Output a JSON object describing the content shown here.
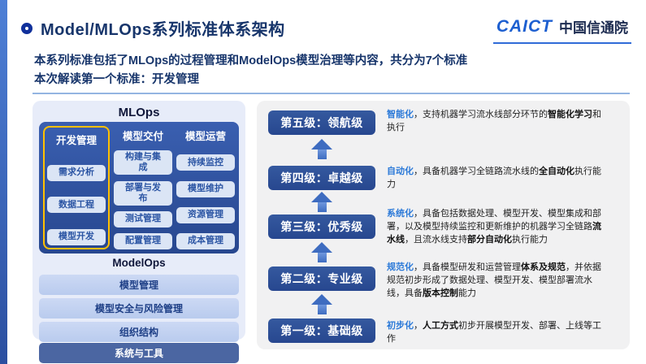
{
  "page": {
    "title": "Model/MLOps系列标准体系架构",
    "subtitle_line1": "本系列标准包括了MLOps的过程管理和ModelOps模型治理等内容，共分为7个标准",
    "subtitle_line2": "本次解读第一个标准：开发管理"
  },
  "logo": {
    "caict": "CAICT",
    "name": "中国信通院"
  },
  "mlops": {
    "title": "MLOps",
    "columns": [
      {
        "header": "开发管理",
        "highlighted": true,
        "items": [
          "需求分析",
          "数据工程",
          "模型开发"
        ]
      },
      {
        "header": "模型交付",
        "highlighted": false,
        "items": [
          "构建与集成",
          "部署与发布",
          "测试管理",
          "配置管理"
        ]
      },
      {
        "header": "模型运营",
        "highlighted": false,
        "items": [
          "持续监控",
          "模型维护",
          "资源管理",
          "成本管理"
        ]
      }
    ]
  },
  "modelops": {
    "title": "ModelOps",
    "bars": [
      "模型管理",
      "模型安全与风险管理",
      "组织结构"
    ],
    "bottom_bar": "系统与工具"
  },
  "maturity": {
    "levels": [
      {
        "label": "第五级：领航级",
        "desc": [
          {
            "t": "智能化",
            "s": "term"
          },
          {
            "t": "，支持机器学习流水线部分环节的",
            "s": "n"
          },
          {
            "t": "智能化学习",
            "s": "b"
          },
          {
            "t": "和执行",
            "s": "n"
          }
        ]
      },
      {
        "label": "第四级：卓越级",
        "desc": [
          {
            "t": "自动化",
            "s": "term"
          },
          {
            "t": "，具备机器学习全链路流水线的",
            "s": "n"
          },
          {
            "t": "全自动化",
            "s": "b"
          },
          {
            "t": "执行能力",
            "s": "n"
          }
        ]
      },
      {
        "label": "第三级：优秀级",
        "desc": [
          {
            "t": "系统化",
            "s": "term"
          },
          {
            "t": "，具备包括数据处理、模型开发、模型集成和部署，以及模型持续监控和更新维护的机器学习全链路",
            "s": "n"
          },
          {
            "t": "流水线",
            "s": "b"
          },
          {
            "t": "，且流水线支持",
            "s": "n"
          },
          {
            "t": "部分自动化",
            "s": "b"
          },
          {
            "t": "执行能力",
            "s": "n"
          }
        ]
      },
      {
        "label": "第二级：专业级",
        "desc": [
          {
            "t": "规范化",
            "s": "term"
          },
          {
            "t": "，具备模型研发和运营管理",
            "s": "n"
          },
          {
            "t": "体系及规范",
            "s": "b"
          },
          {
            "t": "，并依据规范初步形成了数据处理、模型开发、模型部署流水线，具备",
            "s": "n"
          },
          {
            "t": "版本控制",
            "s": "b"
          },
          {
            "t": "能力",
            "s": "n"
          }
        ]
      },
      {
        "label": "第一级：基础级",
        "desc": [
          {
            "t": "初步化",
            "s": "term"
          },
          {
            "t": "，",
            "s": "n"
          },
          {
            "t": "人工方式",
            "s": "b"
          },
          {
            "t": "初步开展模型开发、部署、上线等工作",
            "s": "n"
          }
        ]
      }
    ]
  },
  "colors": {
    "accent_blue": "#2d509e",
    "panel_lavender": "#e7ecf9",
    "panel_gray": "#f1f1f2",
    "highlight_yellow": "#ffc000",
    "term_blue": "#2b79d8",
    "title_navy": "#17356b"
  }
}
